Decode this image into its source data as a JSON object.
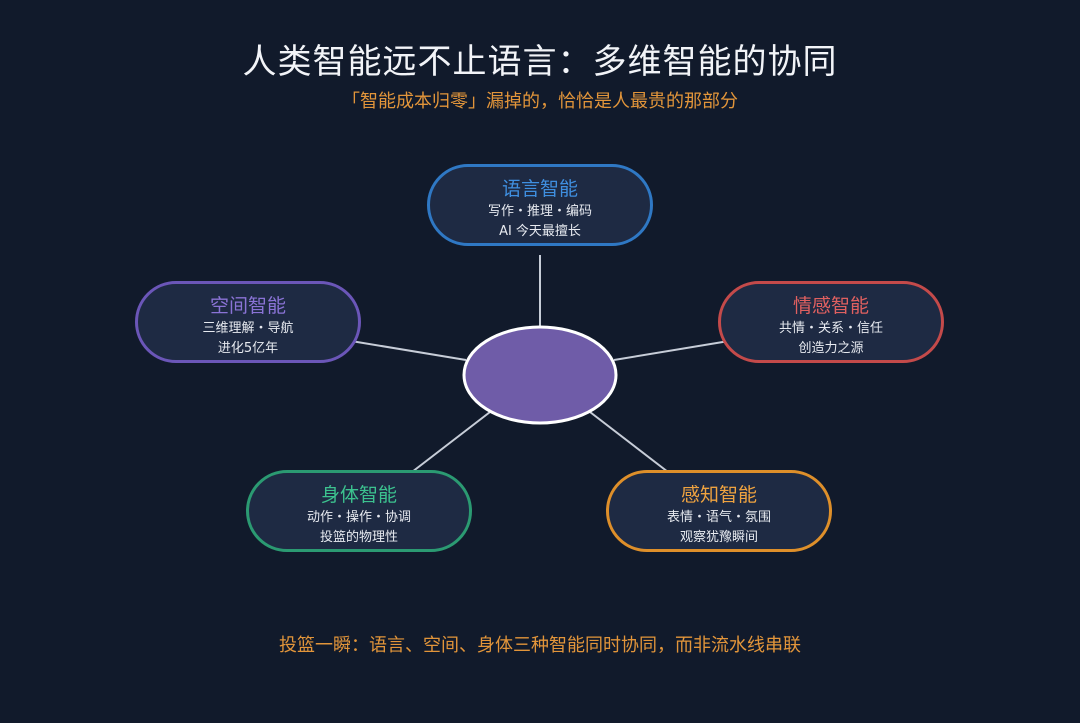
{
  "title": "人类智能远不止语言：多维智能的协同",
  "subtitle": "「智能成本归零」漏掉的，恰恰是人最贵的那部分",
  "footer": "投篮一瞬：语言、空间、身体三种智能同时协同，而非流水线串联",
  "colors": {
    "background": "#111a2b",
    "node_fill": "#1e2a43",
    "center": "#6f5ca8",
    "language": "#2f78c4",
    "spatial": "#6b56b8",
    "emotional": "#c44a4a",
    "bodily": "#2b9a72",
    "perceptual": "#de8f2a",
    "accent_text": "#e2953a"
  },
  "nodes": {
    "language": {
      "title": "语言智能",
      "line1": "写作・推理・编码",
      "line2": "AI 今天最擅长"
    },
    "spatial": {
      "title": "空间智能",
      "line1": "三维理解・导航",
      "line2": "进化5亿年"
    },
    "emotional": {
      "title": "情感智能",
      "line1": "共情・关系・信任",
      "line2": "创造力之源"
    },
    "bodily": {
      "title": "身体智能",
      "line1": "动作・操作・协调",
      "line2": "投篮的物理性"
    },
    "perceptual": {
      "title": "感知智能",
      "line1": "表情・语气・氛围",
      "line2": "观察犹豫瞬间"
    }
  }
}
